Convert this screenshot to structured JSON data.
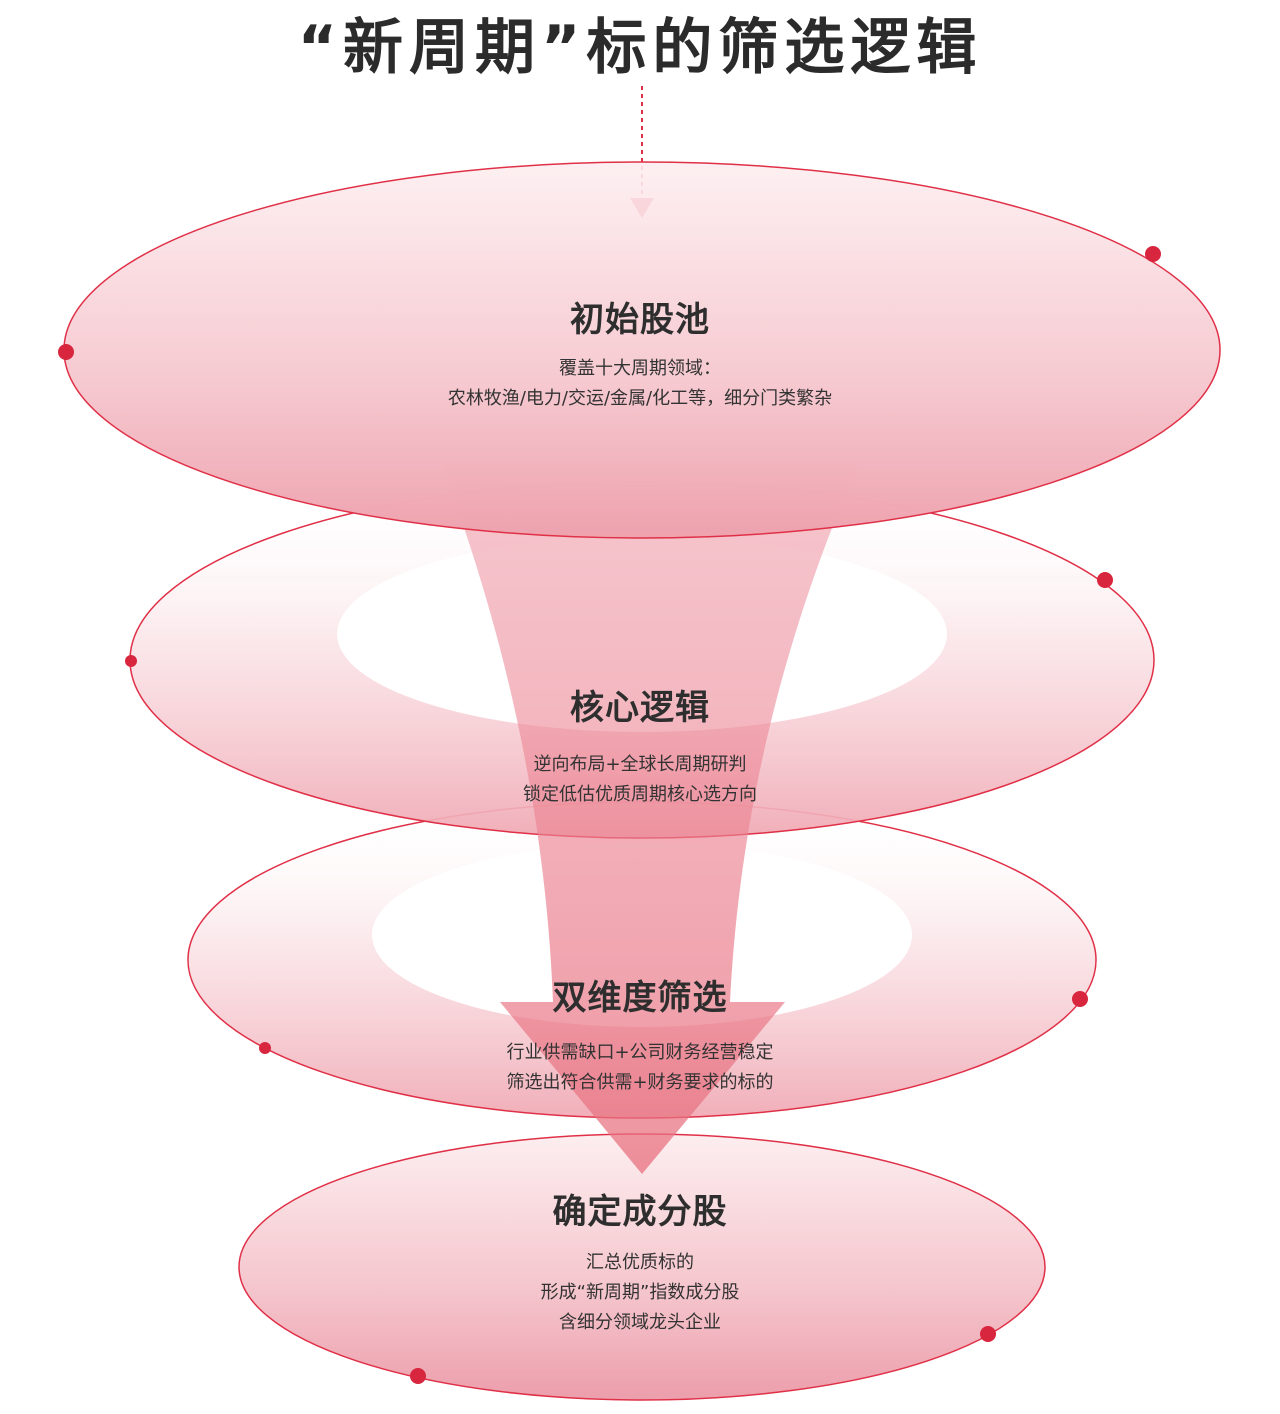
{
  "title": "“新周期”标的筛选逻辑",
  "colors": {
    "accent": "#e03047",
    "ring_fill": "#f2b8c0",
    "text_dark": "#2b2b2b"
  },
  "stages": [
    {
      "title": "初始股池",
      "lines": [
        "覆盖十大周期领域：",
        "农林牧渔/电力/交运/金属/化工等，细分门类繁杂"
      ]
    },
    {
      "title": "核心逻辑",
      "lines": [
        "逆向布局+全球长周期研判",
        "锁定低估优质周期核心选方向"
      ]
    },
    {
      "title": "双维度筛选",
      "lines": [
        "行业供需缺口+公司财务经营稳定",
        "筛选出符合供需+财务要求的标的"
      ]
    },
    {
      "title": "确定成分股",
      "lines": [
        "汇总优质标的",
        "形成“新周期”指数成分股",
        "含细分领域龙头企业"
      ]
    }
  ]
}
